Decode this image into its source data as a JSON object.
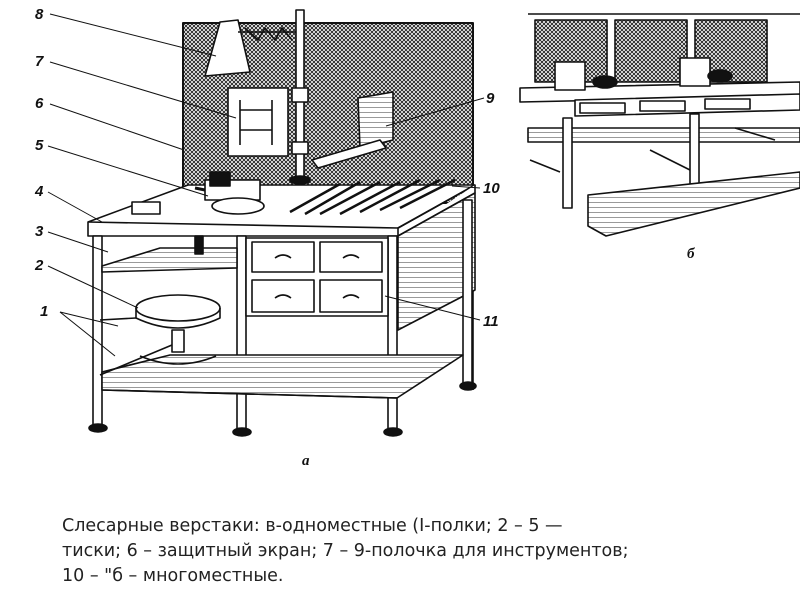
{
  "figure": {
    "part_labels": [
      "а",
      "б"
    ],
    "callouts": [
      "8",
      "7",
      "6",
      "5",
      "4",
      "3",
      "2",
      "1",
      "9",
      "10",
      "11"
    ]
  },
  "caption": {
    "lines": [
      "Слесарные верстаки: в-одноместные (I-полки; 2 – 5 —",
      "тиски; 6 – защитный экран; 7 – 9-полочка для инструментов;",
      "10 – \"б – многоместные."
    ]
  },
  "colors": {
    "ink": "#111111",
    "paper": "#ffffff",
    "caption": "#222222"
  }
}
